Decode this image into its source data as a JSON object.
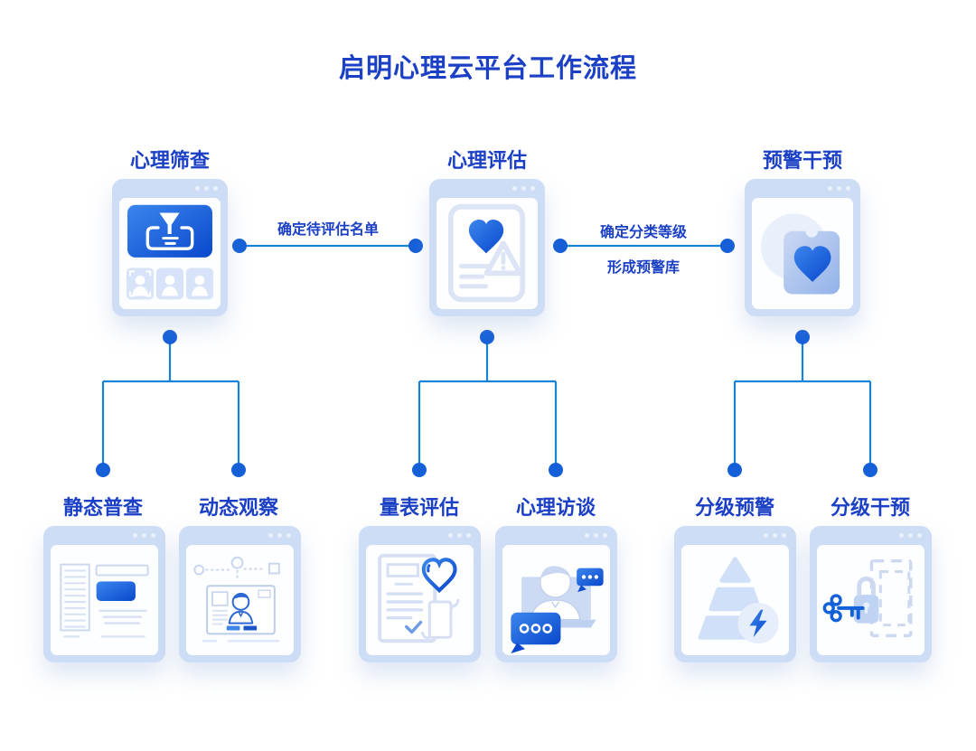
{
  "title": "启明心理云平台工作流程",
  "stages": [
    {
      "label": "心理筛查",
      "icon": "funnel-screening-icon",
      "children": [
        {
          "label": "静态普查",
          "icon": "static-survey-table-icon"
        },
        {
          "label": "动态观察",
          "icon": "dynamic-observation-person-icon"
        }
      ]
    },
    {
      "label": "心理评估",
      "icon": "heart-warning-document-icon",
      "children": [
        {
          "label": "量表评估",
          "icon": "scale-heart-document-icon"
        },
        {
          "label": "心理访谈",
          "icon": "video-chat-interview-icon"
        }
      ]
    },
    {
      "label": "预警干预",
      "icon": "heart-badge-icon",
      "children": [
        {
          "label": "分级预警",
          "icon": "pyramid-lightning-icon"
        },
        {
          "label": "分级干预",
          "icon": "key-lock-icon"
        }
      ]
    }
  ],
  "connectors": [
    {
      "label_top": "确定待评估名单",
      "label_bottom": ""
    },
    {
      "label_top": "确定分类等级",
      "label_bottom": "形成预警库"
    }
  ],
  "colors": {
    "text_blue": "#1b40c5",
    "line_blue": "#1583d6",
    "dot_blue": "#155fd8",
    "card_bg": "#cdddf5",
    "accent_start": "#3b86ee",
    "accent_end": "#0a48cc"
  }
}
